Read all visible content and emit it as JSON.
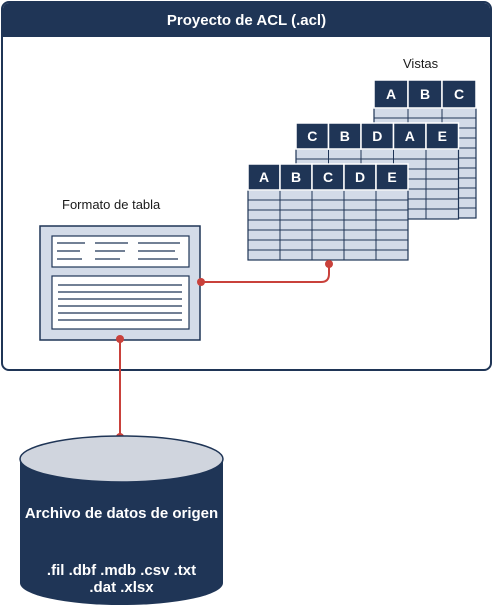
{
  "project": {
    "title": "Proyecto de ACL (.acl)"
  },
  "views": {
    "label": "Vistas",
    "back_headers": [
      "A",
      "B",
      "C"
    ],
    "middle_headers": [
      "C",
      "B",
      "D",
      "A",
      "E"
    ],
    "front_headers": [
      "A",
      "B",
      "C",
      "D",
      "E"
    ]
  },
  "table_format": {
    "label": "Formato de tabla"
  },
  "source": {
    "title": "Archivo de datos de origen",
    "extensions_line1": ".fil .dbf .mdb .csv .txt",
    "extensions_line2": ".dat .xlsx"
  },
  "colors": {
    "navy": "#1f3556",
    "grid_fill": "#d3dbe8",
    "connector": "#c9413b",
    "cylinder_top": "#d0d5de"
  }
}
